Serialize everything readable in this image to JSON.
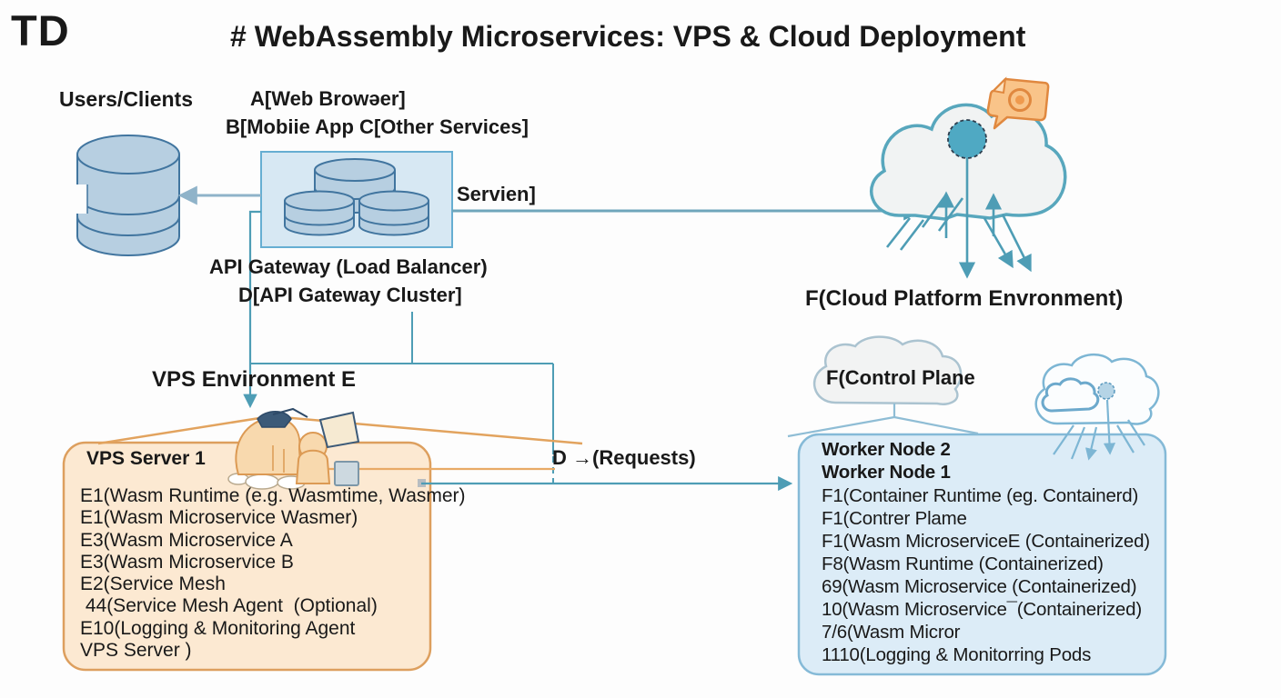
{
  "header": {
    "logo_text": "TD",
    "title": "# WebAssembly Microservices: VPS & Cloud Deployment"
  },
  "labels": {
    "users_clients": "Users/Clients",
    "client_a": "A[Web Browəer]",
    "client_bc": "B[Mobiie App C[Other Services]",
    "servien": "Servien]",
    "api_gateway_lb": "API Gateway (Load Balancer)",
    "api_gateway_cluster": "D[API Gateway Cluster]",
    "vps_environment": "VPS Environment E",
    "requests": "D →(Requests)",
    "cloud_platform_env": "F(Cloud Platform Envronment)",
    "control_plane": "F(Control Plane"
  },
  "vps_box": {
    "title": "VPS Server 1",
    "lines": [
      "E1(Wasm Runtime (e.g. Wasmtime, Wasmer)",
      "E1(Wasm Microservice Wasmer)",
      "E3(Wasm Microservice A",
      "E3(Wasm Microservice B",
      "E2(Service Mesh",
      " 44(Service Mesh Agent  (Optional)",
      "E10(Logging & Monitoring Agent",
      "VPS Server )"
    ]
  },
  "worker_box": {
    "headers": [
      "Worker Node 2",
      "Worker Node 1"
    ],
    "lines": [
      "F1(Container Runtime (eg. Containerd)",
      "F1(Contrer Plame",
      "F1(Wasm MicroserviceE (Containerized)",
      "F8(Wasm Runtime (Containerized)",
      "69(Wasm Microservice (Containerized)",
      "10(Wasm Microservice¯(Containerized)",
      "7/6(Wasm Micror",
      "1110(Logging & Monitorring Pods"
    ]
  },
  "icons": {
    "database": "database-cylinder-icon",
    "gateway_cluster": "server-cluster-icon",
    "cloud_platform": "cloud-with-arrows-icon",
    "tag": "orange-tag-icon",
    "control_plane": "control-plane-cloud-icon",
    "cluster_cloud": "cloud-gear-icon",
    "workers": "crouching-figures-icon"
  },
  "colors": {
    "teal_line": "#4e9db5",
    "steel_arrow": "#8fb3c9",
    "orange_accent": "#e2a35e",
    "vps_fill": "#fce9d2",
    "vps_border": "#dd9f5e",
    "worker_fill": "#dcecf7",
    "worker_border": "#85bad7",
    "gateway_fill": "#d7e8f3",
    "gateway_border": "#66aed2",
    "cylinder_fill": "#b7cfe1",
    "cylinder_stroke": "#41759f",
    "cloud_stroke": "#58a7bd",
    "tag_orange": "#e0883f",
    "text": "#191919"
  }
}
